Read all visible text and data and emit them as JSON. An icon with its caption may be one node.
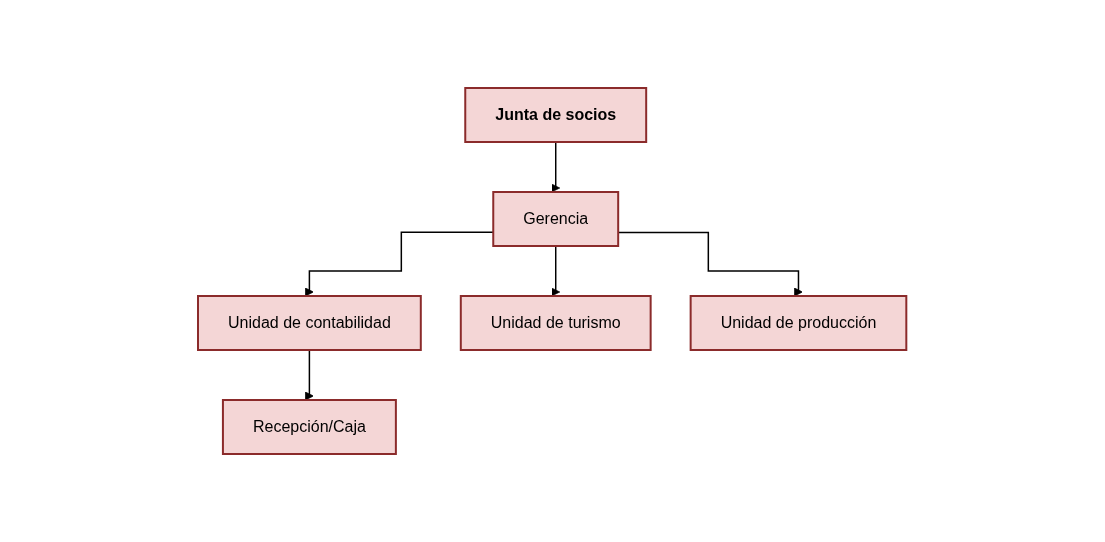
{
  "diagram": {
    "nodes": [
      {
        "text": [
          "Junta de socios"
        ]
      },
      {
        "text": [
          "Gerencia"
        ]
      },
      {
        "text": [
          "Unidad de contabilidad"
        ]
      },
      {
        "text": [
          "Unidad de turismo"
        ]
      },
      {
        "text": [
          "Unidad de producción"
        ]
      },
      {
        "text": [
          "Recepción/Caja"
        ]
      }
    ],
    "edges": [
      {
        "from": 0,
        "to": 1,
        "arrow": "to"
      },
      {
        "from": 1,
        "to": 2,
        "arrow": "to"
      },
      {
        "from": 1,
        "to": 3,
        "arrow": "to"
      },
      {
        "from": 1,
        "to": 4,
        "arrow": "to"
      },
      {
        "from": 2,
        "to": 5,
        "arrow": "to"
      }
    ]
  }
}
